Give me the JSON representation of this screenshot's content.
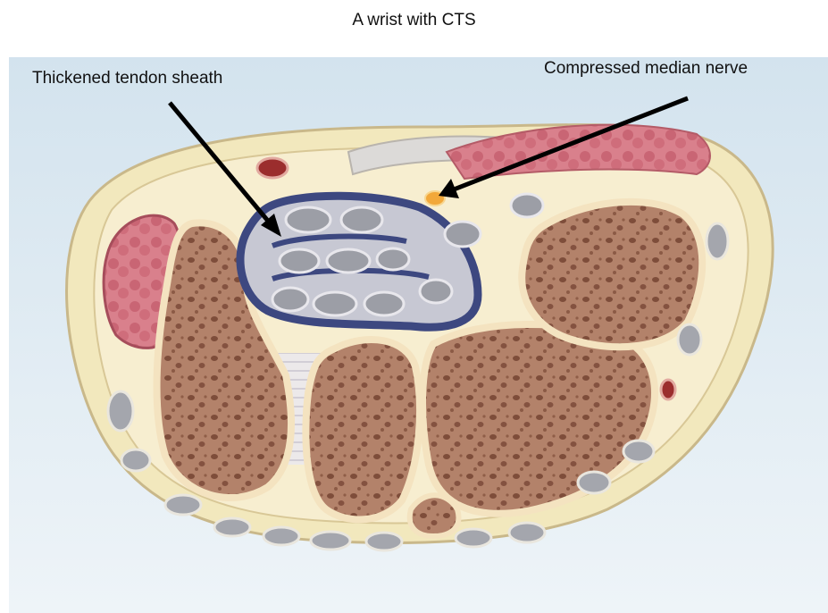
{
  "figure": {
    "title": "A wrist with CTS",
    "labels": {
      "sheath": "Thickened tendon sheath",
      "nerve": "Compressed median nerve"
    }
  },
  "colors": {
    "background": "#dbe8f1",
    "fat": "#f1e7b9",
    "bone": "#a9775b",
    "bone_rim": "#f4e3c0",
    "sheath": "#3d4880",
    "tendon": "#9c9ea6",
    "muscle": "#d67d88",
    "nerve": "#f2a83a"
  }
}
